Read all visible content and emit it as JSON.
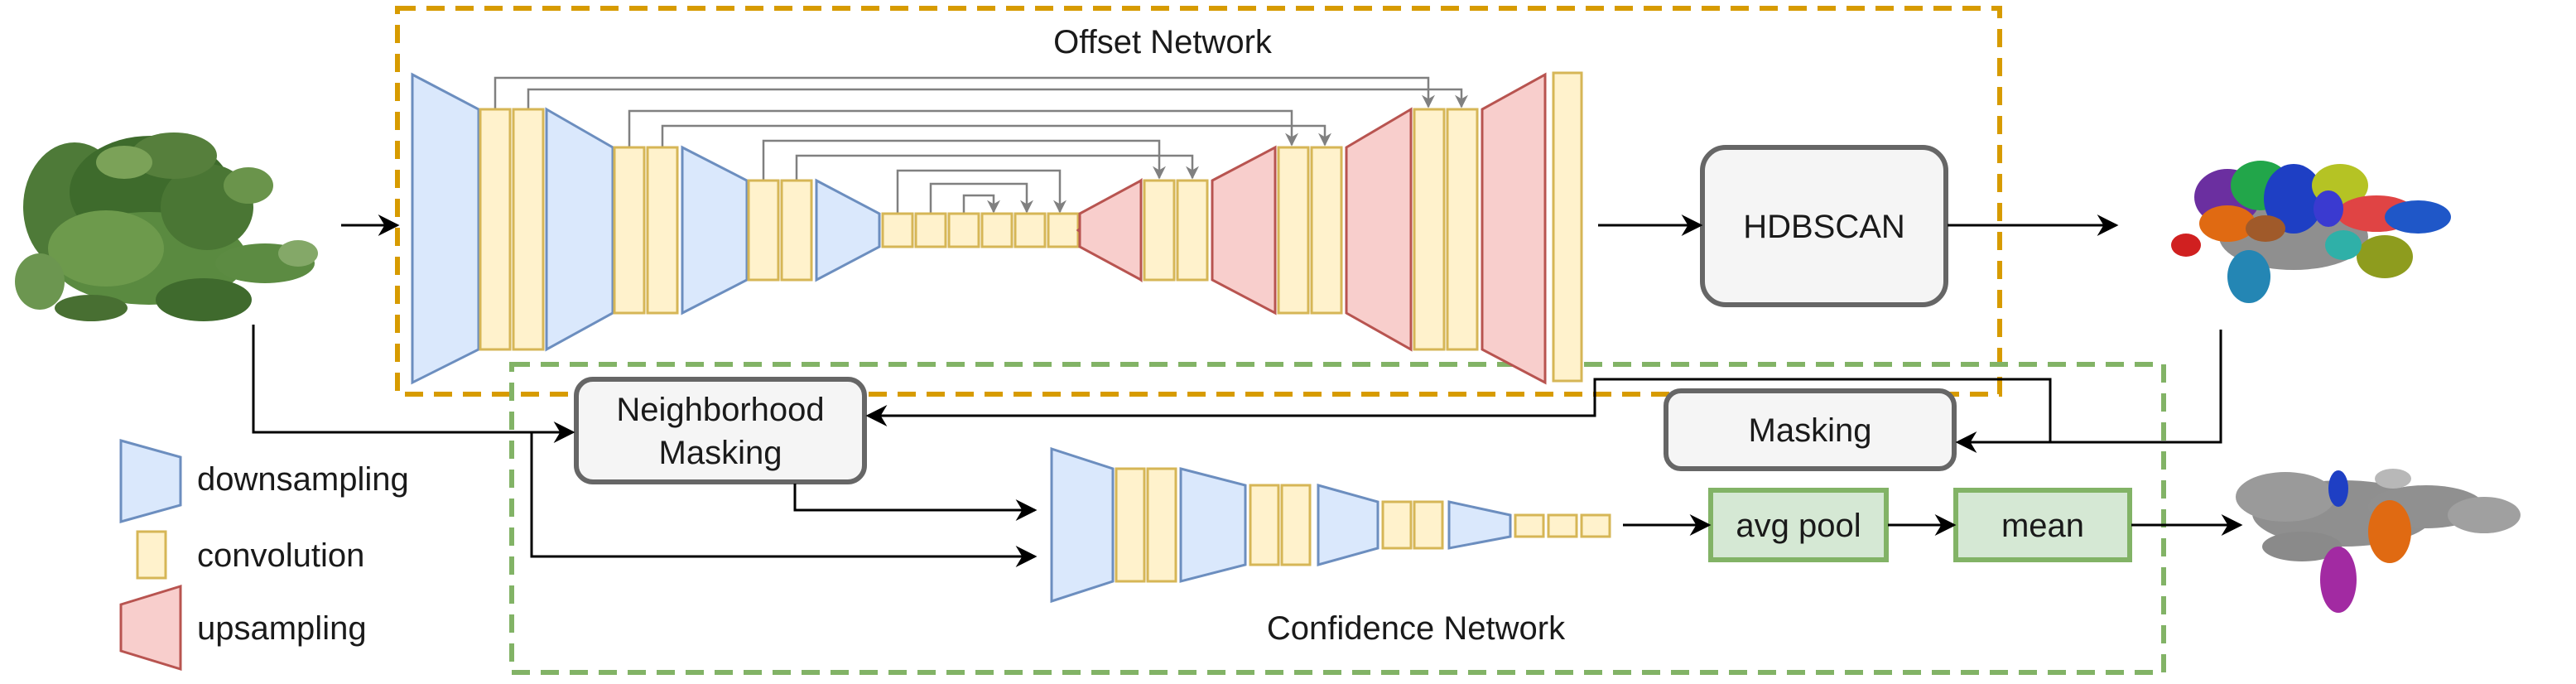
{
  "offset_network": {
    "title": "Offset Network",
    "border_color": "#D79B00"
  },
  "confidence_network": {
    "title": "Confidence Network",
    "border_color": "#82B366"
  },
  "boxes": {
    "hdbscan": "HDBSCAN",
    "neighborhood_masking_line1": "Neighborhood",
    "neighborhood_masking_line2": "Masking",
    "masking": "Masking",
    "avg_pool": "avg pool",
    "mean": "mean"
  },
  "legend": {
    "downsampling": "downsampling",
    "convolution": "convolution",
    "upsampling": "upsampling"
  },
  "colors": {
    "downsampling_fill": "#DAE8FC",
    "downsampling_stroke": "#6C8EBF",
    "convolution_fill": "#FFF2CC",
    "convolution_stroke": "#D6B656",
    "upsampling_fill": "#F8CECC",
    "upsampling_stroke": "#B85450",
    "green_box_fill": "#D5E8D4",
    "green_box_stroke": "#82B366",
    "gray_box_fill": "#F5F5F5",
    "gray_box_stroke": "#666666"
  },
  "images": {
    "input_plant": "plant-point-cloud",
    "instance_segmentation": "colored-leaf-instances",
    "confidence_result": "gray-plant-with-confident-leaves"
  }
}
